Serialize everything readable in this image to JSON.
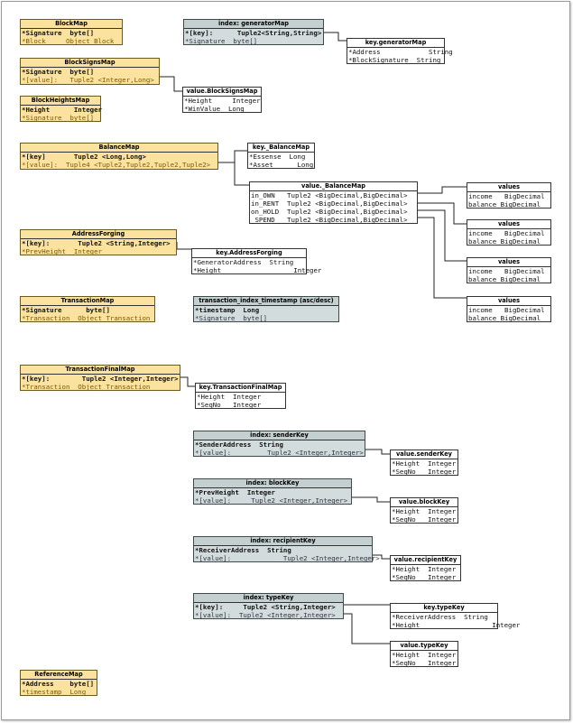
{
  "tables": {
    "block_map": {
      "title": "BlockMap",
      "rows": [
        "*Signature  byte[]",
        "*Block     Object Block"
      ]
    },
    "block_signs_map": {
      "title": "BlockSignsMap",
      "rows": [
        "*Signature  byte[]",
        "*[value]:   Tuple2 <Integer,Long>"
      ]
    },
    "block_heights_map": {
      "title": "BlockHeightsMap",
      "rows": [
        "*Height      Integer",
        "*Signature  byte[]"
      ]
    },
    "index_generator_map": {
      "title": "index: generatorMap",
      "rows": [
        "*[key]:      Tuple2<String,String>",
        "*Signature  byte[]"
      ]
    },
    "key_generator_map": {
      "title": "key.generatorMap",
      "rows": [
        "*Address            String",
        "*BlockSignature  String"
      ]
    },
    "value_block_signs_map": {
      "title": "value.BlockSignsMap",
      "rows": [
        "*Height     Integer",
        "*WinValue  Long"
      ]
    },
    "balance_map": {
      "title": "BalanceMap",
      "rows": [
        "*[key]       Tuple2 <Long,Long>",
        "*[value]:  Tuple4 <Tuple2,Tuple2,Tuple2,Tuple2>"
      ]
    },
    "key_balance_map": {
      "title": "key._BalanceMap",
      "rows": [
        "*Essense  Long",
        "*Asset      Long"
      ]
    },
    "value_balance_map": {
      "title": "value._BalanceMap",
      "rows": [
        "in_OWN   Tuple2 <BigDecimal,BigDecimal>",
        "in_RENT  Tuple2 <BigDecimal,BigDecimal>",
        "on_HOLD  Tuple2 <BigDecimal,BigDecimal>",
        "_SPEND   Tuple2 <BigDecimal,BigDecimal>"
      ]
    },
    "values_1": {
      "title": "values",
      "rows": [
        "income   BigDecimal",
        "balance BigDecimal"
      ]
    },
    "values_2": {
      "title": "values",
      "rows": [
        "income   BigDecimal",
        "balance BigDecimal"
      ]
    },
    "values_3": {
      "title": "values",
      "rows": [
        "income   BigDecimal",
        "balance BigDecimal"
      ]
    },
    "values_4": {
      "title": "values",
      "rows": [
        "income   BigDecimal",
        "balance BigDecimal"
      ]
    },
    "address_forging": {
      "title": "AddressForging",
      "rows": [
        "*[key]:       Tuple2 <String,Integer>",
        "*PrevHeight  Integer"
      ]
    },
    "key_address_forging": {
      "title": "key.AddressForging",
      "rows": [
        "*GeneratorAddress  String",
        "*Height                  Integer"
      ]
    },
    "transaction_map": {
      "title": "TransactionMap",
      "rows": [
        "*Signature      byte[]",
        "*Transaction  Object Transaction"
      ]
    },
    "transaction_index_timestamp": {
      "title": "transaction_index_timestamp (asc/desc)",
      "rows": [
        "*timestamp  Long",
        "*Signature  byte[]"
      ]
    },
    "transaction_final_map": {
      "title": "TransactionFinalMap",
      "rows": [
        "*[key]:        Tuple2 <Integer,Integer>",
        "*Transaction  Object Transaction"
      ]
    },
    "key_transaction_final_map": {
      "title": "key.TransactionFinalMap",
      "rows": [
        "*Height  Integer",
        "*SeqNo   Integer"
      ]
    },
    "index_sender_key": {
      "title": "index: senderKey",
      "rows": [
        "*SenderAddress  String",
        "*[value]:         Tuple2 <Integer,Integer>"
      ]
    },
    "value_sender_key": {
      "title": "value.senderKey",
      "rows": [
        "*Height  Integer",
        "*SeqNo   Integer"
      ]
    },
    "index_block_key": {
      "title": "index: blockKey",
      "rows": [
        "*PrevHeight  Integer",
        "*[value]:     Tuple2 <Integer,Integer>"
      ]
    },
    "value_block_key": {
      "title": "value.blockKey",
      "rows": [
        "*Height  Integer",
        "*SeqNo   Integer"
      ]
    },
    "index_recipient_key": {
      "title": "index: recipientKey",
      "rows": [
        "*ReceiverAddress  String",
        "*[value]:             Tuple2 <Integer,Integer>"
      ]
    },
    "value_recipient_key": {
      "title": "value.recipientKey",
      "rows": [
        "*Height  Integer",
        "*SeqNo   Integer"
      ]
    },
    "index_type_key": {
      "title": "index: typeKey",
      "rows": [
        "*[key]:     Tuple2 <String,Integer>",
        "*[value]:  Tuple2 <Integer,Integer>"
      ]
    },
    "key_type_key": {
      "title": "key.typeKey",
      "rows": [
        "*ReceiverAddress  String",
        "*Height                  Integer"
      ]
    },
    "value_type_key": {
      "title": "value.typeKey",
      "rows": [
        "*Height  Integer",
        "*SeqNo   Integer"
      ]
    },
    "reference_map": {
      "title": "ReferenceMap",
      "rows": [
        "*Address    byte[]",
        "*timestamp  Long"
      ]
    }
  }
}
